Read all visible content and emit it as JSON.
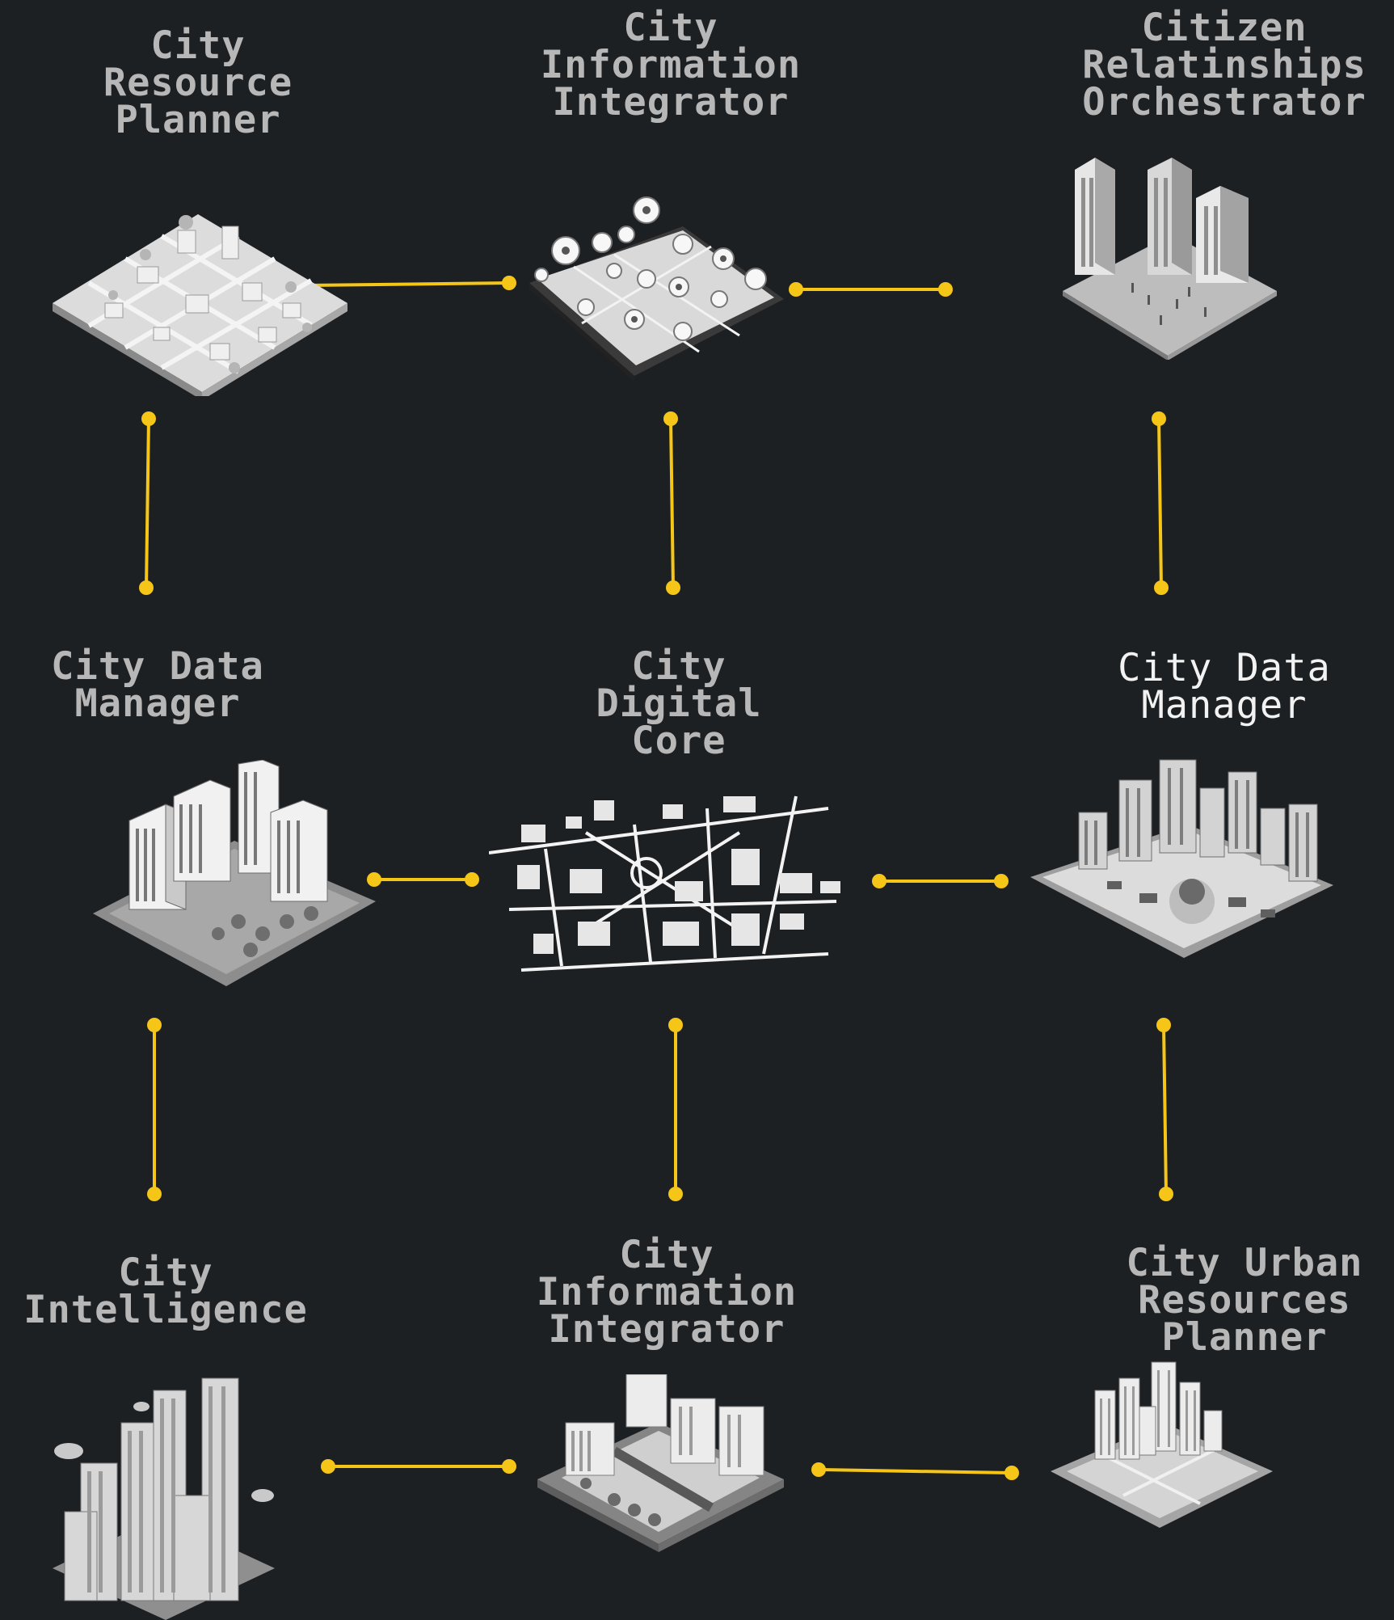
{
  "nodes": [
    {
      "id": "n1",
      "title": "City\nResource\nPlanner",
      "icon": "city-grid-illustration"
    },
    {
      "id": "n2",
      "title": "City\nInformation\nIntegrator",
      "icon": "tablet-city-map-illustration"
    },
    {
      "id": "n3",
      "title": "Citizen\nRelatinships\nOrchestrator",
      "icon": "office-towers-plaza-illustration"
    },
    {
      "id": "n4",
      "title": "City Data\nManager",
      "icon": "apartment-blocks-park-illustration"
    },
    {
      "id": "n5",
      "title": "City\nDigital\nCore",
      "icon": "street-map-illustration"
    },
    {
      "id": "n6",
      "title": "City Data\nManager",
      "icon": "downtown-square-illustration"
    },
    {
      "id": "n7",
      "title": "City\nIntelligence",
      "icon": "skyscraper-cluster-illustration"
    },
    {
      "id": "n8",
      "title": "City\nInformation\nIntegrator",
      "icon": "street-intersection-block-illustration"
    },
    {
      "id": "n9",
      "title": "City Urban\nResources\nPlanner",
      "icon": "tall-towers-block-illustration"
    }
  ],
  "connector_color": "#f5c518",
  "background_color": "#1c2023",
  "label_color": "#b7b7b7",
  "highlight_label_color": "#f2f2f2"
}
